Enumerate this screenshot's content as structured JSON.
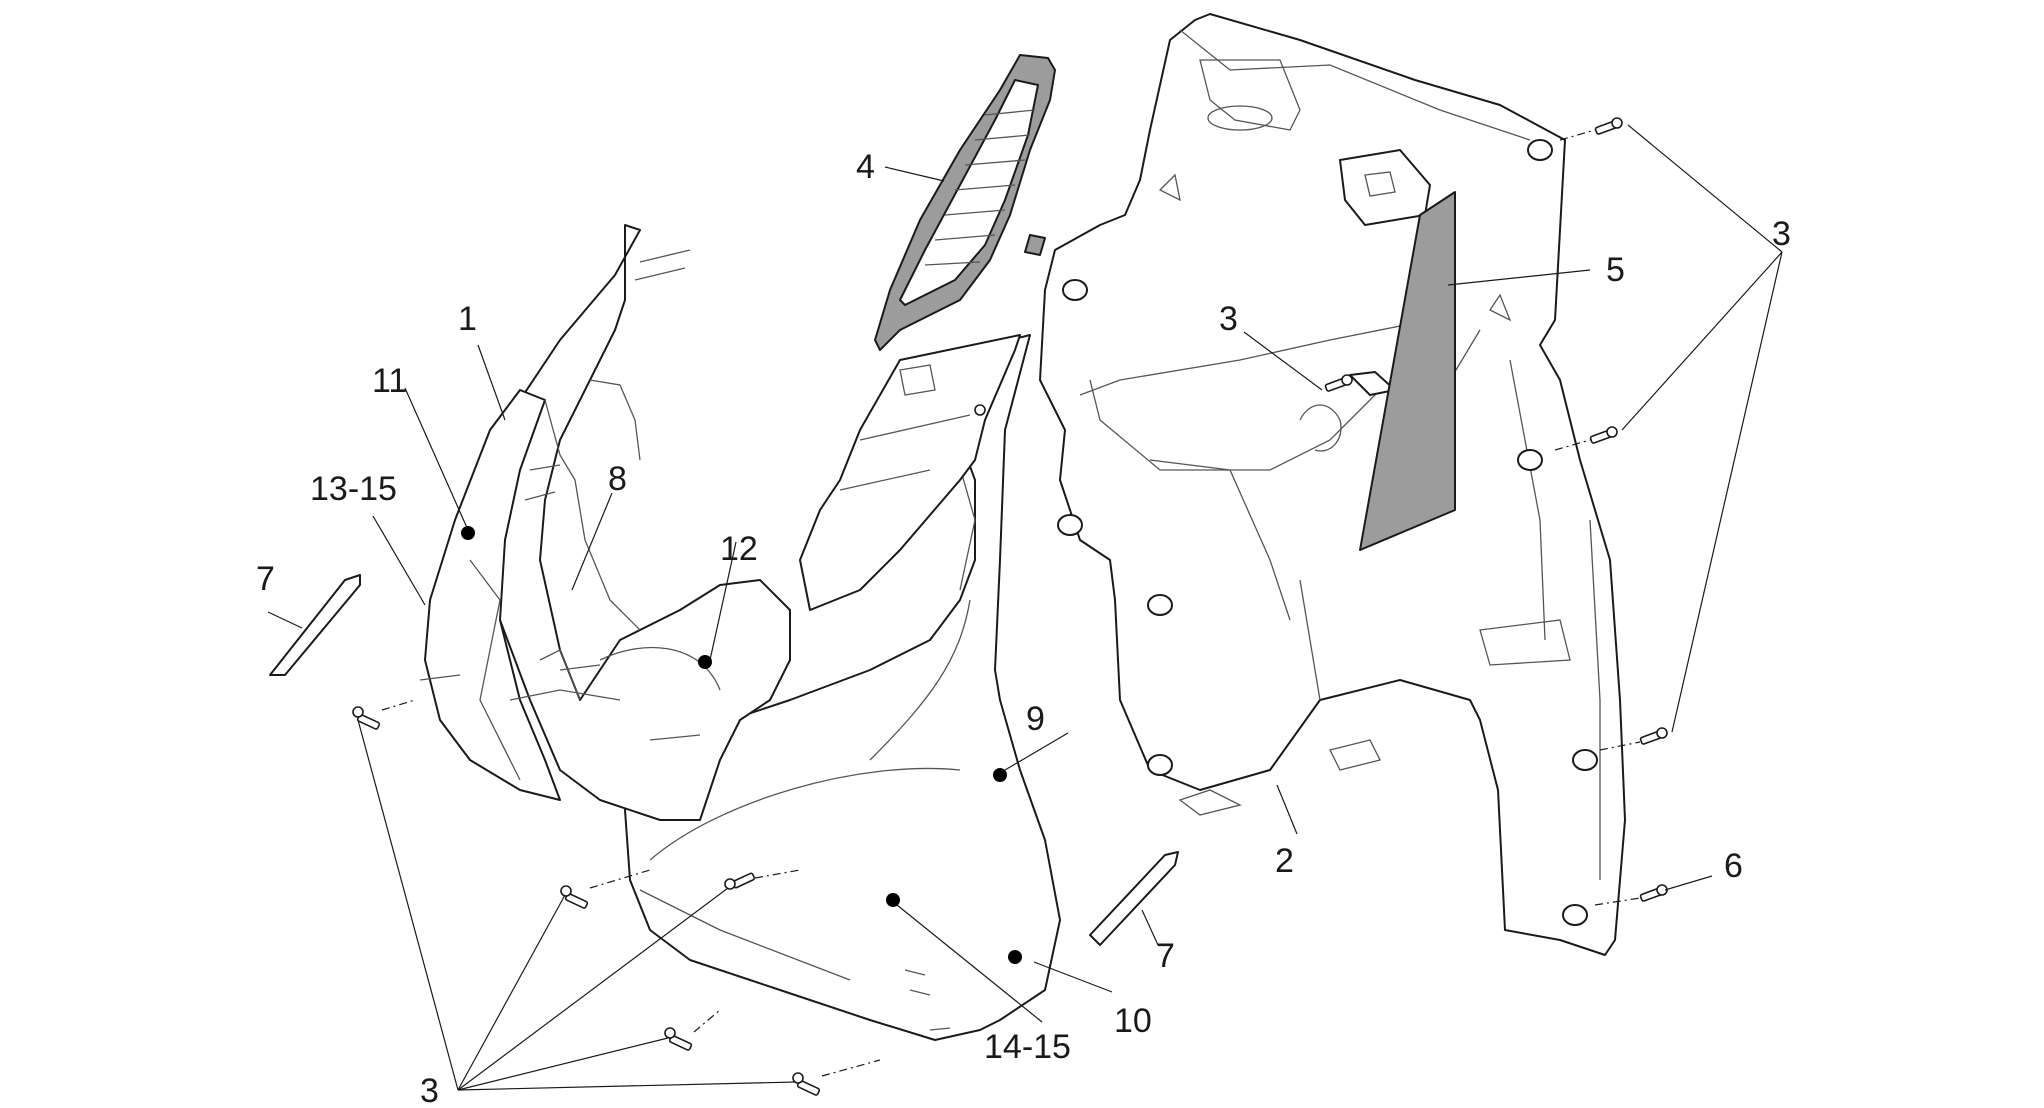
{
  "labels": {
    "l1": "1",
    "l2": "2",
    "l3a": "3",
    "l3b": "3",
    "l3c": "3",
    "l4": "4",
    "l5": "5",
    "l6": "6",
    "l7a": "7",
    "l7b": "7",
    "l8": "8",
    "l9": "9",
    "l10": "10",
    "l11": "11",
    "l12": "12",
    "l13": "13-15",
    "l14": "14-15"
  },
  "colors": {
    "line": "#1a1a1a",
    "shaded_part": "#9c9c9c",
    "background": "#ffffff"
  }
}
